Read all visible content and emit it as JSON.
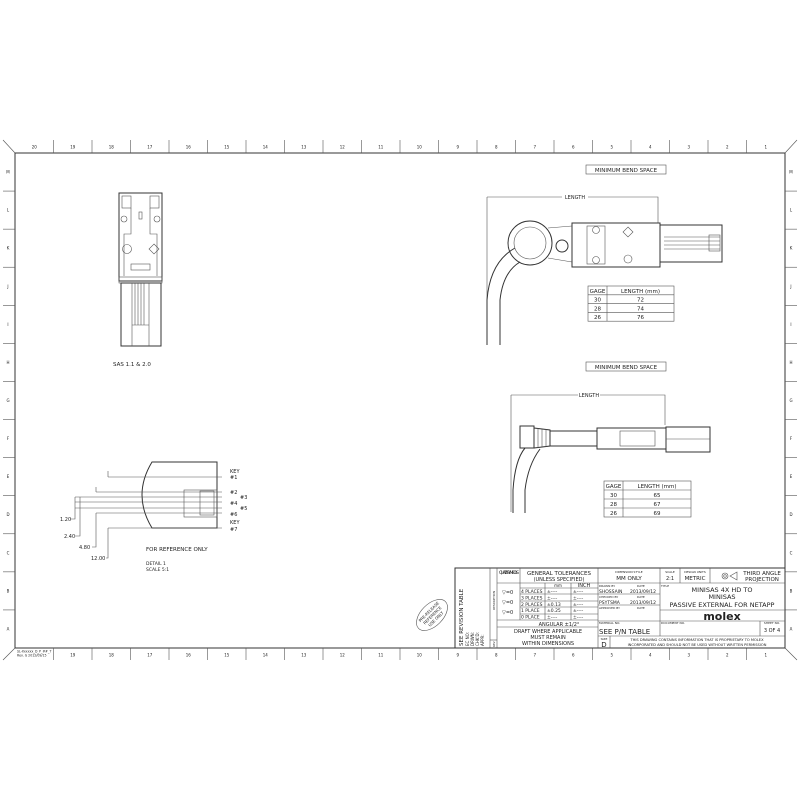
{
  "border": {
    "columns": [
      "20",
      "19",
      "18",
      "17",
      "16",
      "15",
      "14",
      "13",
      "12",
      "11",
      "10",
      "9",
      "8",
      "7",
      "6",
      "5",
      "4",
      "3",
      "2",
      "1"
    ],
    "rows": [
      "M",
      "L",
      "K",
      "J",
      "I",
      "H",
      "G",
      "F",
      "E",
      "D",
      "C",
      "B",
      "A"
    ],
    "template_ref": [
      "SL-Xxxxxx_D_P_##_T",
      "Rev. G 2012/09/15"
    ]
  },
  "left_view": {
    "label": "SAS 1.1 & 2.0"
  },
  "detail": {
    "key_labels": [
      "KEY",
      "KEY"
    ],
    "pins": [
      "#1",
      "#2",
      "#3",
      "#4",
      "#5",
      "#6",
      "#7"
    ],
    "dims": [
      "1.20",
      "2.40",
      "4.80",
      "12.00"
    ],
    "note": "FOR REFERENCE ONLY",
    "title": "DETAIL 1",
    "scale": "SCALE 5:1"
  },
  "view_top": {
    "title": "MINIMUM BEND SPACE",
    "dim_label": "LENGTH",
    "table": {
      "headers": [
        "GAGE",
        "LENGTH (mm)"
      ],
      "rows": [
        [
          "30",
          "72"
        ],
        [
          "28",
          "74"
        ],
        [
          "26",
          "76"
        ]
      ]
    }
  },
  "view_bottom": {
    "title": "MINIMUM BEND SPACE",
    "dim_label": "LENGTH",
    "table": {
      "headers": [
        "GAGE",
        "LENGTH (mm)"
      ],
      "rows": [
        [
          "30",
          "65"
        ],
        [
          "28",
          "67"
        ],
        [
          "26",
          "69"
        ]
      ]
    }
  },
  "stamp": [
    "PRE-RELEASE",
    "REFERENCE",
    "USE ONLY"
  ],
  "title_block": {
    "revision_table": "SEE REVISION TABLE",
    "rev_cols": [
      "EC NO:",
      "DRWN:",
      "CHK'D:",
      "APPR:"
    ],
    "description": "DESCRIPTION",
    "rev": "REV",
    "quality_symbols": "QUALITY SYMBOLS",
    "quality_values": [
      "▽=0",
      "▽=0",
      "▽=0"
    ],
    "general_tolerances": [
      "GENERAL TOLERANCES",
      "(UNLESS SPECIFIED)"
    ],
    "tol_units": [
      "mm",
      "INCH"
    ],
    "tol_rows": [
      [
        "4 PLACES",
        "±----",
        "±----"
      ],
      [
        "3 PLACES",
        "±----",
        "±----"
      ],
      [
        "2 PLACES",
        "±0.13",
        "±----"
      ],
      [
        "1 PLACE",
        "±0.25",
        "±----"
      ],
      [
        "0 PLACE",
        "±----",
        "±----"
      ]
    ],
    "angular": "ANGULAR ±1/2°",
    "draft": [
      "DRAFT WHERE APPLICABLE",
      "MUST REMAIN",
      "WITHIN DIMENSIONS"
    ],
    "dimension_style_label": "DIMENSION STYLE",
    "dimension_style": "MM ONLY",
    "scale_label": "SCALE",
    "scale": "2:1",
    "design_units_label": "DESIGN UNITS",
    "design_units": "METRIC",
    "projection": [
      "THIRD ANGLE",
      "PROJECTION"
    ],
    "drawn_by_label": "DRAWN BY",
    "drawn_by": "SHOSSAIN",
    "checked_by_label": "CHECKED BY",
    "checked_by": "PSYTSMA",
    "approved_by_label": "APPROVED BY",
    "date_label": "DATE",
    "drawn_date": "2013/09/12",
    "checked_date": "2013/09/12",
    "title_label": "TITLE",
    "title": [
      "MINISAS 4X HD TO",
      "MINISAS",
      "PASSIVE EXTERNAL FOR NETAPP"
    ],
    "logo": "molex",
    "material_label": "MATERIAL NO.",
    "material": "SEE P/N TABLE",
    "document_label": "DOCUMENT NO.",
    "sheet_label": "SHEET NO.",
    "sheet": "3 OF 4",
    "size_label": "SIZE",
    "size": "D",
    "proprietary": [
      "THIS DRAWING CONTAINS INFORMATION THAT IS PROPRIETARY TO MOLEX",
      "INCORPORATED AND SHOULD NOT BE USED WITHOUT WRITTEN PERMISSION"
    ]
  }
}
